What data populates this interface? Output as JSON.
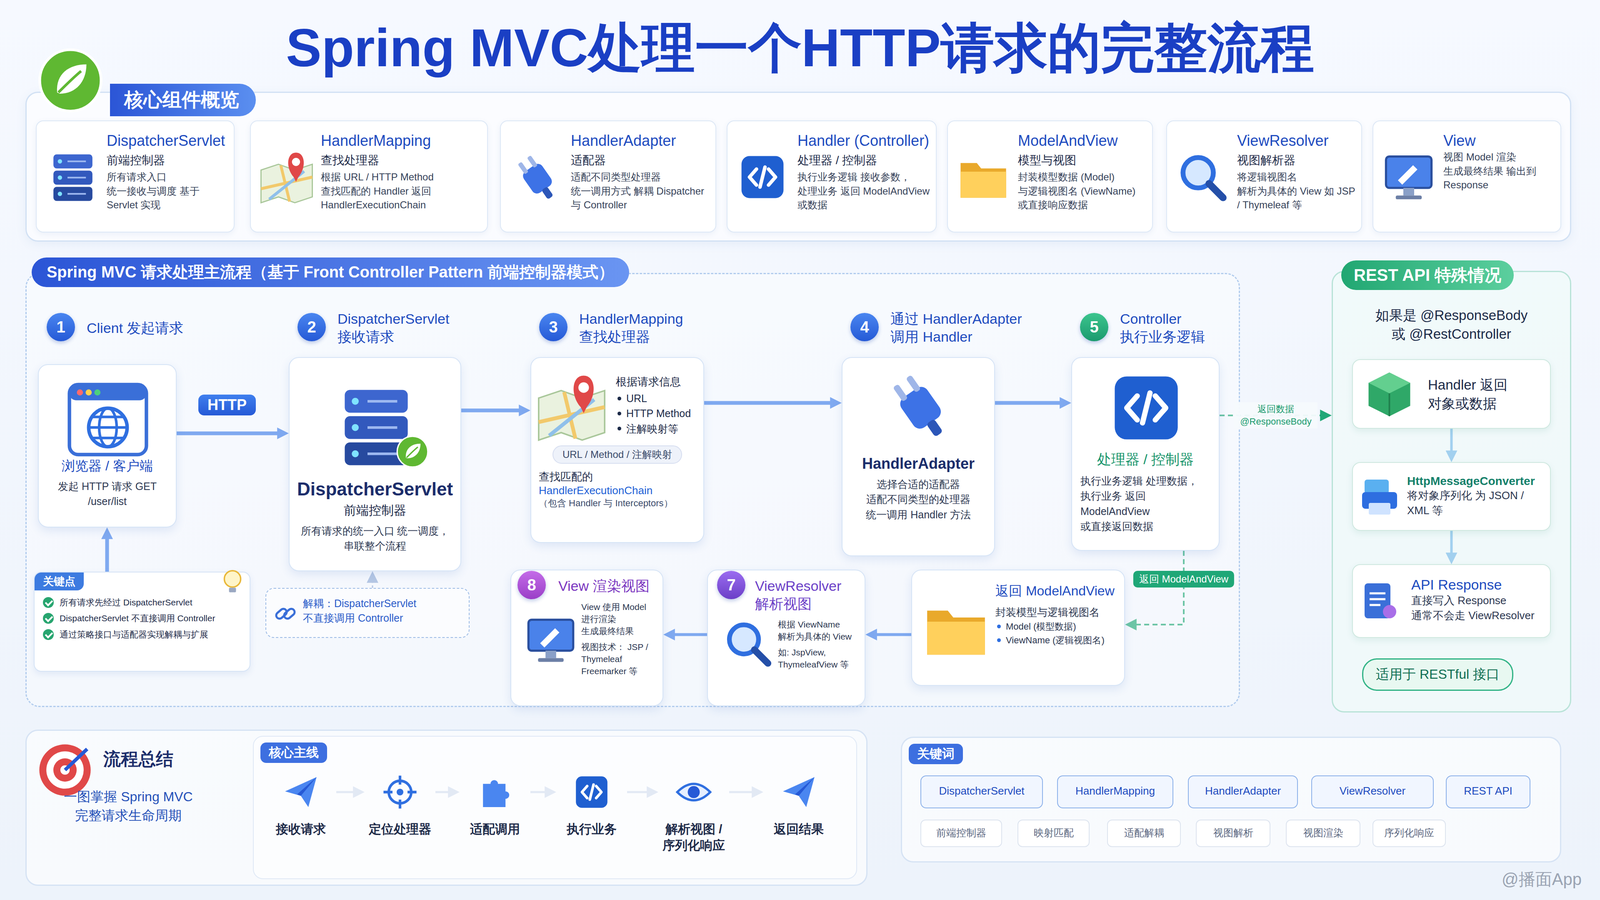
{
  "diagram": {
    "title": "Spring MVC处理一个HTTP请求的完整流程",
    "nodes": [
      {
        "text": [
          "核心组件概览"
        ]
      },
      {
        "text": [
          "DispatcherServlet",
          "前端控制器",
          "所有请求入口 统一接收与调度 基于 Servlet 实现"
        ],
        "in": 0
      },
      {
        "text": [
          "HandlerMapping",
          "查找处理器",
          "根据 URL / HTTP Method 查找匹配的 Handler 返回 HandlerExecutionChain"
        ],
        "in": 0
      },
      {
        "text": [
          "HandlerAdapter",
          "适配器",
          "适配不同类型处理器 统一调用方式 解耦 Dispatcher 与 Controller"
        ],
        "in": 0
      },
      {
        "text": [
          "Handler (Controller)",
          "处理器 / 控制器",
          "执行业务逻辑 接收参数，处理业务 返回 ModelAndView 或数据"
        ],
        "in": 0
      },
      {
        "text": [
          "ModelAndView",
          "模型与视图",
          "封装模型数据 (Model) 与逻辑视图名 (ViewName) 或直接响应数据"
        ],
        "in": 0
      },
      {
        "text": [
          "ViewResolver",
          "视图解析器",
          "将逻辑视图名 解析为具体的 View 如 JSP / Thymeleaf 等"
        ],
        "in": 0
      },
      {
        "text": [
          "View",
          "视图 Model 渲染 生成最终结果 输出到 Response"
        ],
        "in": 0
      },
      {
        "text": [
          "Spring MVC 请求处理主流程（基于 Front Controller Pattern 前端控制器模式）"
        ]
      },
      {
        "text": [
          "Client 发起请求",
          "浏览器 / 客户端",
          "发起 HTTP 请求 GET /user/list"
        ],
        "in": 8
      },
      {
        "text": [
          "DispatcherServlet 接收请求",
          "DispatcherServlet",
          "前端控制器",
          "所有请求的统一入口 统一调度，串联整个流程"
        ],
        "in": 8
      },
      {
        "text": [
          "HandlerMapping 查找处理器",
          "根据请求信息",
          "URL",
          "HTTP Method",
          "注解映射等",
          "URL / Method / 注解映射",
          "查找匹配的",
          "HandlerExecutionChain",
          "（包含 Handler 与 Interceptors）"
        ],
        "in": 8
      },
      {
        "text": [
          "通过 HandlerAdapter 调用 Handler",
          "HandlerAdapter",
          "选择合适的适配器 适配不同类型的处理器 统一调用 Handler 方法"
        ],
        "in": 8
      },
      {
        "text": [
          "Controller 执行业务逻辑",
          "处理器 / 控制器",
          "执行业务逻辑 处理数据，执行业务 返回 ModelAndView 或直接返回数据"
        ],
        "in": 8
      },
      {
        "text": [
          "返回 ModelAndView",
          "封装模型与逻辑视图名",
          "Model (模型数据)",
          "ViewName (逻辑视图名)"
        ],
        "in": 8
      },
      {
        "text": [
          "ViewResolver 解析视图",
          "根据 ViewName 解析为具体的 View",
          "如: JspView, ThymeleafView 等"
        ],
        "in": 8
      },
      {
        "text": [
          "View 渲染视图",
          "View 使用 Model 进行渲染 生成最终结果",
          "视图技术： JSP / Thymeleaf Freemarker 等"
        ],
        "in": 8
      },
      {
        "text": [
          "关键点",
          "所有请求先经过 DispatcherServlet",
          "DispatcherServlet 不直接调用 Controller",
          "通过策略接口与适配器实现解耦与扩展"
        ],
        "in": 8
      },
      {
        "text": [
          "解耦：DispatcherServlet 不直接调用 Controller"
        ],
        "in": 8
      },
      {
        "text": [
          "REST API 特殊情况",
          "如果是 @ResponseBody 或 @RestController"
        ]
      },
      {
        "text": [
          "Handler 返回 对象或数据"
        ],
        "in": 19
      },
      {
        "text": [
          "HttpMessageConverter",
          "将对象序列化 为 JSON / XML 等"
        ],
        "in": 19
      },
      {
        "text": [
          "API Response",
          "直接写入 Response 通常不会走 ViewResolver"
        ],
        "in": 19
      },
      {
        "text": [
          "适用于 RESTful 接口"
        ],
        "in": 19
      },
      {
        "text": [
          "流程总结",
          "一图掌握 Spring MVC 完整请求生命周期"
        ]
      },
      {
        "text": [
          "核心主线"
        ],
        "in": 24
      },
      {
        "text": [
          "接收请求"
        ],
        "in": 25
      },
      {
        "text": [
          "定位处理器"
        ],
        "in": 25
      },
      {
        "text": [
          "适配调用"
        ],
        "in": 25
      },
      {
        "text": [
          "执行业务"
        ],
        "in": 25
      },
      {
        "text": [
          "解析视图 / 序列化响应"
        ],
        "in": 25
      },
      {
        "text": [
          "返回结果"
        ],
        "in": 25
      },
      {
        "text": [
          "关键词"
        ]
      },
      {
        "text": [
          "DispatcherServlet"
        ],
        "in": 32
      },
      {
        "text": [
          "HandlerMapping"
        ],
        "in": 32
      },
      {
        "text": [
          "HandlerAdapter"
        ],
        "in": 32
      },
      {
        "text": [
          "ViewResolver"
        ],
        "in": 32
      },
      {
        "text": [
          "REST API"
        ],
        "in": 32
      },
      {
        "text": [
          "前端控制器"
        ],
        "in": 32
      },
      {
        "text": [
          "映射匹配"
        ],
        "in": 32
      },
      {
        "text": [
          "适配解耦"
        ],
        "in": 32
      },
      {
        "text": [
          "视图解析"
        ],
        "in": 32
      },
      {
        "text": [
          "视图渲染"
        ],
        "in": 32
      },
      {
        "text": [
          "序列化响应"
        ],
        "in": 32
      }
    ],
    "edges": [
      {
        "from": 9,
        "to": 10,
        "label": "HTTP",
        "arrow": "to"
      },
      {
        "from": 10,
        "to": 11,
        "arrow": "to"
      },
      {
        "from": 11,
        "to": 12,
        "arrow": "to"
      },
      {
        "from": 12,
        "to": 13,
        "arrow": "to"
      },
      {
        "from": 13,
        "to": 19,
        "label": "返回数据 @ResponseBody",
        "arrow": "to"
      },
      {
        "from": 13,
        "to": 14,
        "label": "返回 ModelAndView",
        "arrow": "to"
      },
      {
        "from": 14,
        "to": 15,
        "arrow": "to"
      },
      {
        "from": 15,
        "to": 16,
        "arrow": "to"
      },
      {
        "from": 17,
        "to": 9,
        "arrow": "to"
      },
      {
        "from": 18,
        "to": 10,
        "arrow": "to"
      },
      {
        "from": 20,
        "to": 21,
        "arrow": "to"
      },
      {
        "from": 21,
        "to": 22,
        "arrow": "to"
      },
      {
        "from": 26,
        "to": 27,
        "arrow": "to"
      },
      {
        "from": 27,
        "to": 28,
        "arrow": "to"
      },
      {
        "from": 28,
        "to": 29,
        "arrow": "to"
      },
      {
        "from": 29,
        "to": 30,
        "arrow": "to"
      },
      {
        "from": 30,
        "to": 31,
        "arrow": "to"
      }
    ],
    "labels": [
      "1",
      "2",
      "3",
      "4",
      "5",
      "7",
      "8",
      "@播面App"
    ]
  }
}
